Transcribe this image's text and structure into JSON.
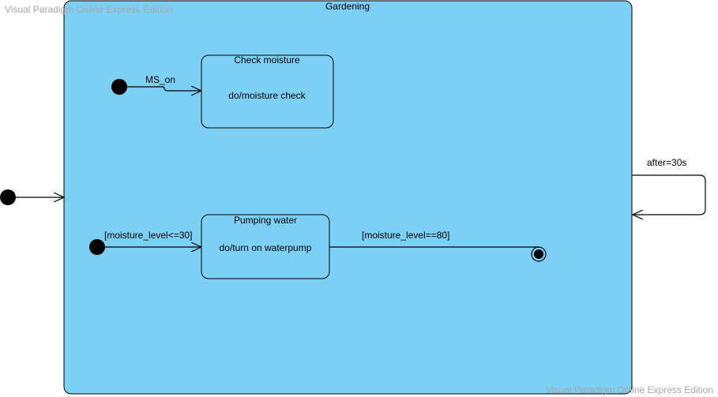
{
  "watermark_top": "Visual Paradigm Online Express Edition",
  "watermark_bottom": "Visual Paradigm Online Express Edition",
  "composite_state": {
    "title": "Gardening",
    "fill": "#7ccff5"
  },
  "states": {
    "check_moisture": {
      "name": "Check moisture",
      "activity": "do/moisture check"
    },
    "pumping_water": {
      "name": "Pumping water",
      "activity": "do/turn on waterpump"
    }
  },
  "transitions": {
    "ms_on": "MS_on",
    "low_moisture": "[moisture_level<=30]",
    "high_moisture": "[moisture_level==80]",
    "after_timer": "after=30s"
  }
}
